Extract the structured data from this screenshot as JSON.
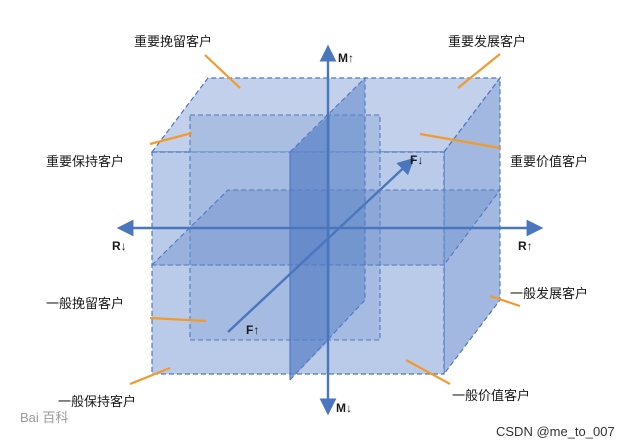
{
  "segments": {
    "important_retain": "重要挽留客户",
    "important_develop": "重要发展客户",
    "important_keep": "重要保持客户",
    "important_value": "重要价值客户",
    "general_retain": "一般挽留客户",
    "general_develop": "一般发展客户",
    "general_keep": "一般保持客户",
    "general_value": "一般价值客户"
  },
  "axes": {
    "m_up": "M",
    "m_down": "M",
    "f_down": "F",
    "f_up": "F",
    "r_down": "R",
    "r_up": "R",
    "up_arrow": "↑",
    "down_arrow": "↓"
  },
  "watermarks": {
    "baidu": "Bai 百科",
    "csdn": "CSDN @me_to_007"
  },
  "colors": {
    "cube_fill": "#9fb6e0",
    "cube_dark": "#4f79c2",
    "axis": "#4a76be",
    "leader": "#f39a2b"
  }
}
